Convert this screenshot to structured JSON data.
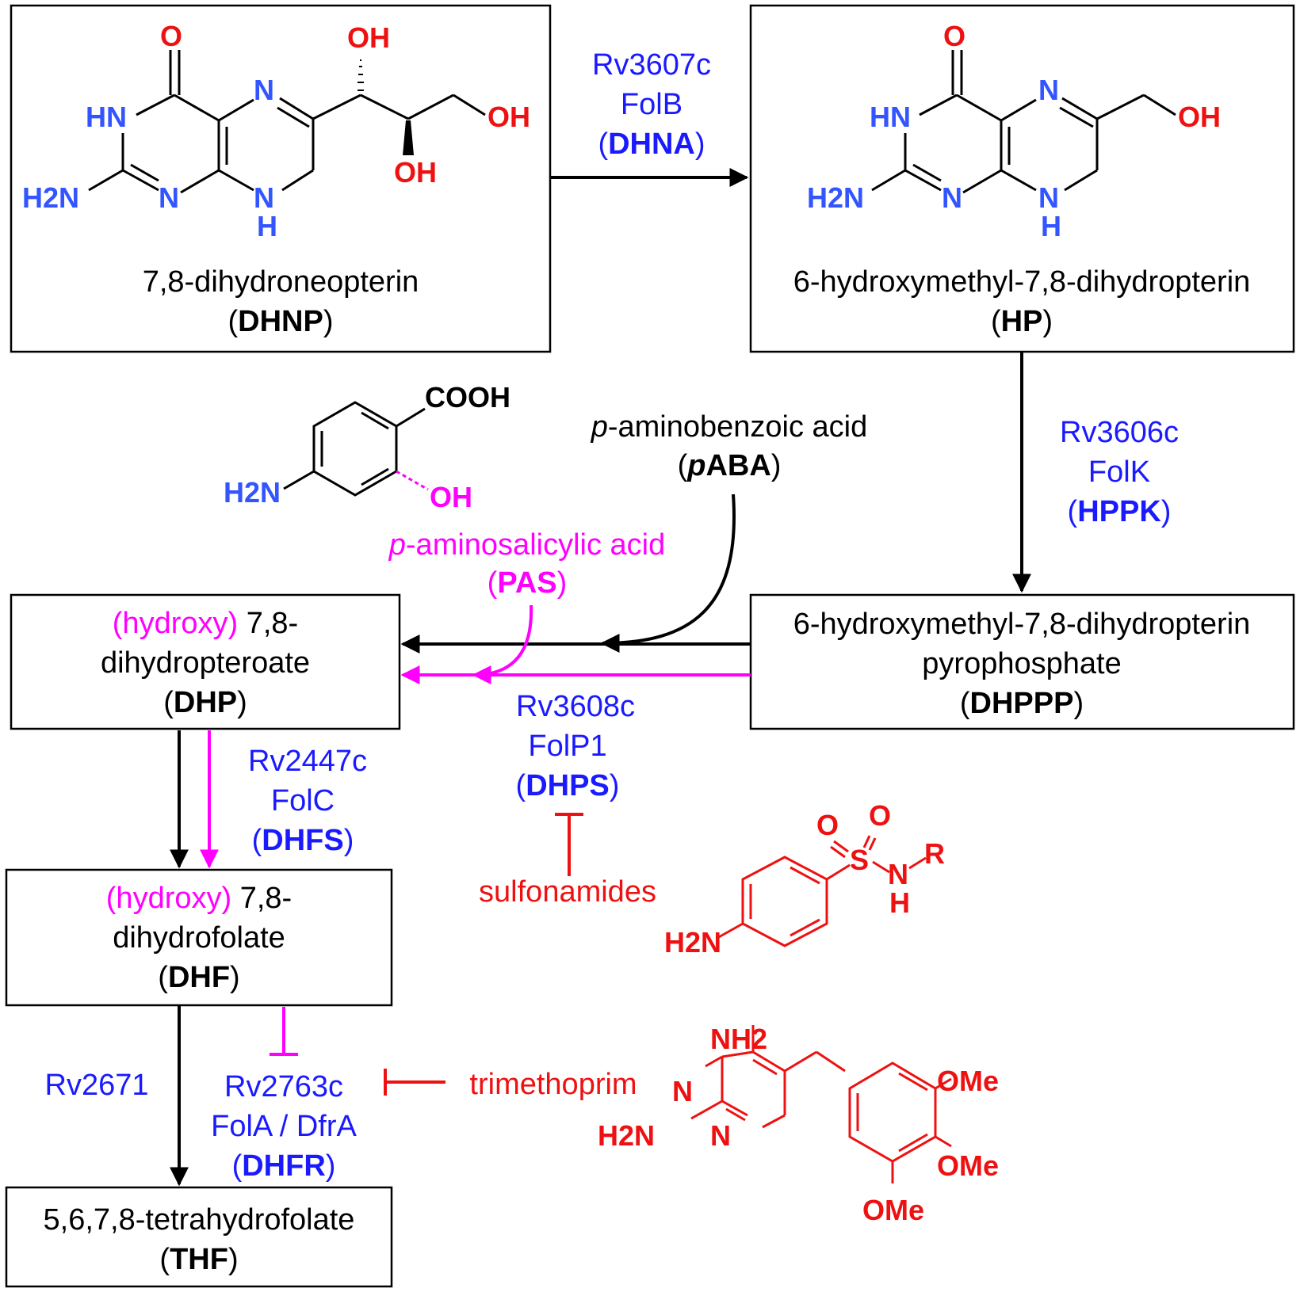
{
  "colors": {
    "enzyme": "#1a1aff",
    "inhibitor": "#ee1111",
    "pas": "#ff00ff",
    "main": "#000000"
  },
  "compounds": {
    "dhnp": {
      "name": "7,8-dihydroneopterin",
      "abbr": "DHNP"
    },
    "hp": {
      "name": "6-hydroxymethyl-7,8-dihydropterin",
      "abbr": "HP"
    },
    "dhppp": {
      "name_line1": "6-hydroxymethyl-7,8-dihydropterin",
      "name_line2": "pyrophosphate",
      "abbr": "DHPPP"
    },
    "paba": {
      "name_prefix": "p",
      "name_rest": "-aminobenzoic acid",
      "abbr_prefix": "p",
      "abbr_rest": "ABA"
    },
    "pas": {
      "name_prefix": "p",
      "name_rest": "-aminosalicylic acid",
      "abbr": "PAS",
      "cooh": "COOH",
      "oh": "OH",
      "nh2": "H2N"
    },
    "dhp": {
      "prefix": "(hydroxy)",
      "line1": "7,8-",
      "line2": "dihydropteroate",
      "abbr": "DHP"
    },
    "dhf": {
      "prefix": "(hydroxy)",
      "line1": "7,8-",
      "line2": "dihydrofolate",
      "abbr": "DHF"
    },
    "thf": {
      "name": "5,6,7,8-tetrahydrofolate",
      "abbr": "THF"
    }
  },
  "enzymes": {
    "folb": {
      "gene": "Rv3607c",
      "protein": "FolB",
      "abbr": "DHNA"
    },
    "folk": {
      "gene": "Rv3606c",
      "protein": "FolK",
      "abbr": "HPPK"
    },
    "folp1": {
      "gene": "Rv3608c",
      "protein": "FolP1",
      "abbr": "DHPS"
    },
    "folc": {
      "gene": "Rv2447c",
      "protein": "FolC",
      "abbr": "DHFS"
    },
    "rv2671": {
      "gene": "Rv2671"
    },
    "fola": {
      "gene": "Rv2763c",
      "protein": "FolA / DfrA",
      "abbr": "DHFR"
    }
  },
  "inhibitors": {
    "sulfonamides": {
      "name": "sulfonamides",
      "O1": "O",
      "O2": "O",
      "S": "S",
      "N": "N",
      "H": "H",
      "R": "R",
      "nh2": "H2N"
    },
    "trimethoprim": {
      "name": "trimethoprim",
      "nh2_top": "NH2",
      "nh2_left": "H2N",
      "N": "N",
      "ome": "OMe"
    }
  },
  "atoms": {
    "O": "O",
    "OH": "OH",
    "HN": "HN",
    "N": "N",
    "H": "H",
    "H2N": "H2N"
  }
}
